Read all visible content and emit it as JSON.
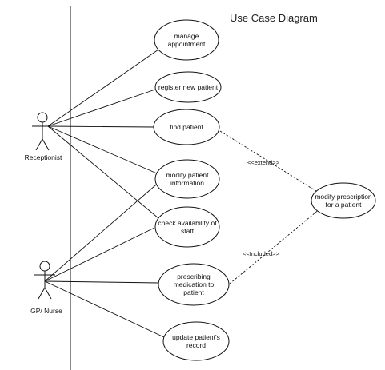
{
  "title": "Use Case Diagram",
  "colors": {
    "stroke": "#111111",
    "background": "#ffffff"
  },
  "actors": {
    "receptionist": "Receptionist",
    "gp_nurse": "GP/ Nurse"
  },
  "use_cases": {
    "manage_appointment": "manage\nappointment",
    "register_new_patient": "register new patient",
    "find_patient": "find patient",
    "modify_patient_information": "modify patient\ninformation",
    "check_availability_of_staff": "check availability of\nstaff",
    "prescribing_medication": "prescribing\nmedication to\npatient",
    "update_patients_record": "update patient's\nrecord",
    "modify_prescription": "modify prescription\nfor a patient"
  },
  "relationships": {
    "extend": "<<extend>>",
    "included": "<<Included>>"
  }
}
